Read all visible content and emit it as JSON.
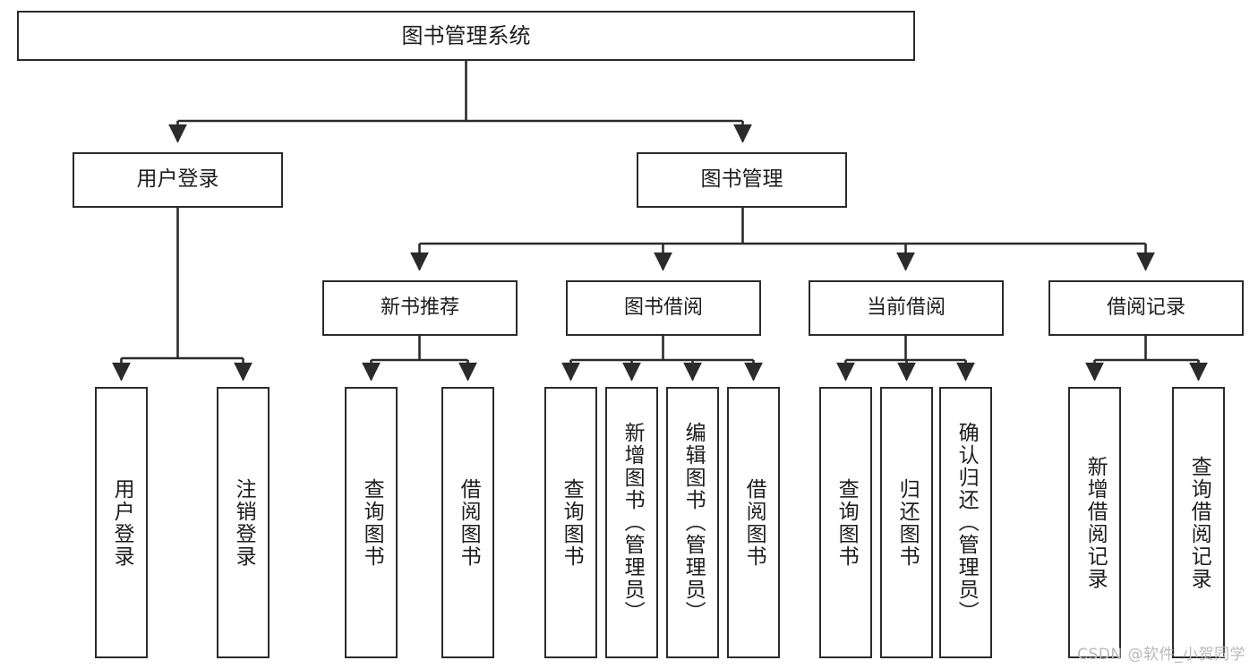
{
  "diagram": {
    "title": "图书管理系统",
    "type": "functional-structure-tree",
    "root": {
      "label": "图书管理系统"
    },
    "level2": [
      {
        "label": "用户登录"
      },
      {
        "label": "图书管理"
      }
    ],
    "level3": [
      {
        "label": "新书推荐"
      },
      {
        "label": "图书借阅"
      },
      {
        "label": "当前借阅"
      },
      {
        "label": "借阅记录"
      }
    ],
    "leaves": {
      "user_login": [
        {
          "label": "用户登录"
        },
        {
          "label": "注销登录"
        }
      ],
      "new_book_recommend": [
        {
          "label": "查询图书"
        },
        {
          "label": "借阅图书"
        }
      ],
      "book_borrow": [
        {
          "label": "查询图书"
        },
        {
          "label": "新增图书（管理员）"
        },
        {
          "label": "编辑图书（管理员）"
        },
        {
          "label": "借阅图书"
        }
      ],
      "current_borrow": [
        {
          "label": "查询图书"
        },
        {
          "label": "归还图书"
        },
        {
          "label": "确认归还（管理员）"
        }
      ],
      "borrow_record": [
        {
          "label": "新增借阅记录"
        },
        {
          "label": "查询借阅记录"
        }
      ]
    }
  },
  "watermark": {
    "text": "CSDN @软件_小贺同学"
  },
  "colors": {
    "stroke": "#2b2b2b",
    "background": "#ffffff",
    "text": "#1d1d1d",
    "watermark": "#b9b9b9"
  }
}
